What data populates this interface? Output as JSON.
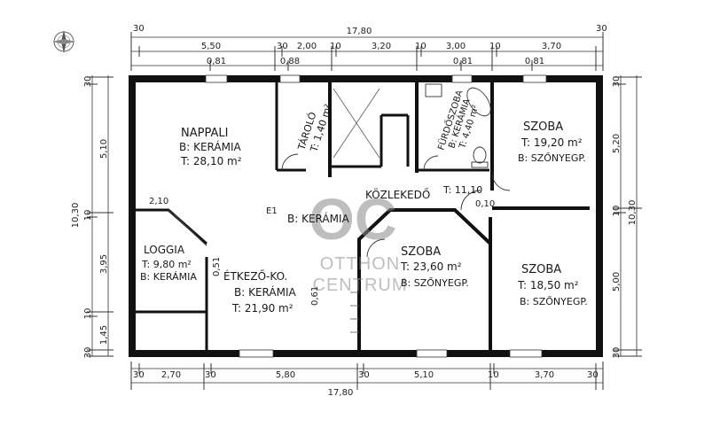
{
  "compass": {
    "icon": "compass-rose-icon"
  },
  "watermark": {
    "logo_text": "OC",
    "line1": "OTTHON",
    "line2": "CENTRUM"
  },
  "rooms": {
    "nappali": {
      "name": "NAPPALI",
      "floor": "B: KERÁMIA",
      "area": "T: 28,10 m²"
    },
    "tarolo": {
      "name": "TÁROLÓ",
      "area": "T: 1,40 m²"
    },
    "furdo": {
      "name": "FÜRDŐSZOBA",
      "floor": "B: KERÁMIA",
      "area": "T: 4,40 m²"
    },
    "szoba1": {
      "name": "SZOBA",
      "area": "T: 19,20 m²",
      "floor": "B: SZŐNYEGP."
    },
    "kozlekedo": {
      "name": "KÖZLEKEDŐ",
      "area": "T: 11,10",
      "floor": "B: KERÁMIA"
    },
    "loggia": {
      "name": "LOGGIA",
      "area": "T: 9,80 m²",
      "floor": "B: KERÁMIA"
    },
    "etkezo": {
      "name": "ÉTKEZŐ-KO.",
      "floor": "B: KERÁMIA",
      "area": "T: 21,90 m²"
    },
    "szoba2": {
      "name": "SZOBA",
      "area": "T: 23,60 m²",
      "floor": "B: SZŐNYEGP."
    },
    "szoba3": {
      "name": "SZOBA",
      "area": "T: 18,50 m²",
      "floor": "B: SZŐNYEGP."
    }
  },
  "dimensions": {
    "top_total": "17,80",
    "top_segments": [
      "30",
      "5,50",
      "30",
      "2,00",
      "10",
      "3,20",
      "10",
      "3,00",
      "10",
      "3,70",
      "30"
    ],
    "top_openings": [
      "0,81",
      "0,88",
      "0,81",
      "0,81"
    ],
    "bottom_total": "17,80",
    "bottom_segments": [
      "30",
      "2,70",
      "30",
      "5,80",
      "30",
      "5,10",
      "10",
      "3,70",
      "30"
    ],
    "left_total": "10,30",
    "left_segments": [
      "30",
      "5,10",
      "10",
      "3,95",
      "10",
      "1,45",
      "30"
    ],
    "right_total": "10,30",
    "right_segments": [
      "30",
      "5,20",
      "10",
      "5,00",
      "30"
    ],
    "inner_notes": [
      "2,10",
      "0,51",
      "0,61",
      "0,10",
      "E1"
    ]
  }
}
